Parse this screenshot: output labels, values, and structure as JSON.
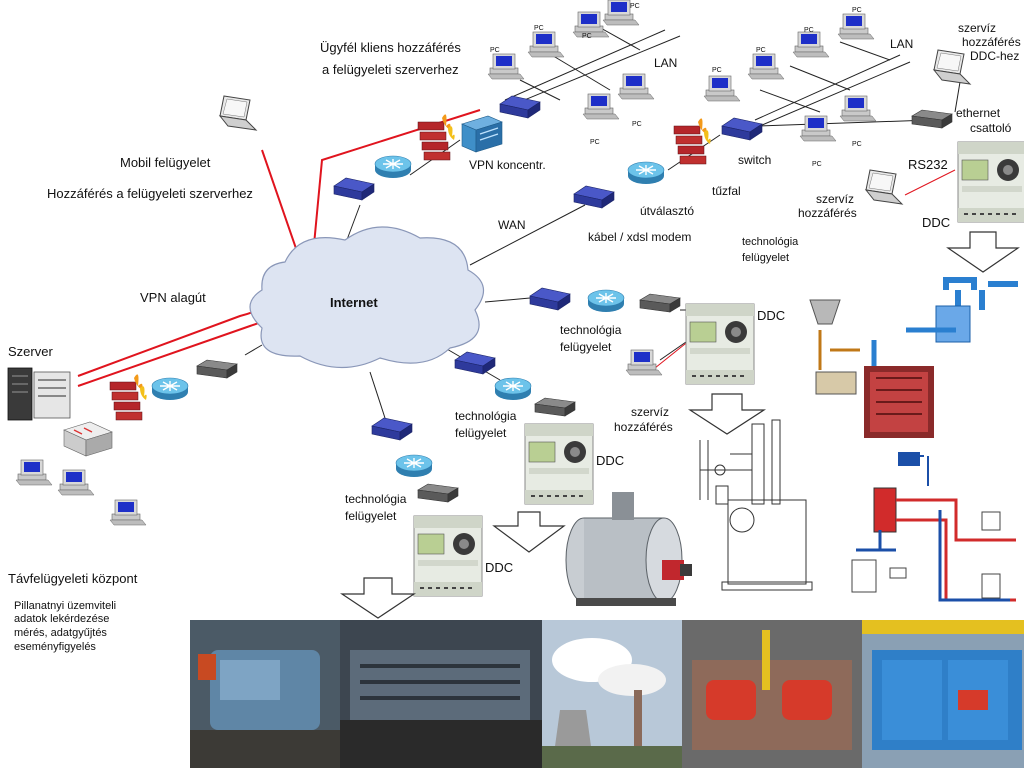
{
  "labels": {
    "client_access": "Ügyfél kliens hozzáférés",
    "client_access_2": "a felügyeleti szerverhez",
    "mobile": "Mobil felügyelet",
    "mobile_access": "Hozzáférés a felügyeleti szerverhez",
    "vpn_tunnel": "VPN alagút",
    "server": "Szerver",
    "central": "Távfelügyeleti központ",
    "instant_1": "Pillanatnyi üzemviteli",
    "instant_2": "adatok lekérdezése",
    "instant_3": "mérés, adatgyűjtés",
    "instant_4": "eseményfigyelés",
    "internet": "Internet",
    "wan": "WAN",
    "lan_left": "LAN",
    "lan_right": "LAN",
    "vpn_concentrator": "VPN koncentr.",
    "switch": "switch",
    "firewall": "tűzfal",
    "router": "útválasztó",
    "modem": "kábel / xdsl modem",
    "service_ddc_1": "szervíz",
    "service_ddc_2": "hozzáférés",
    "service_ddc_3": "DDC-hez",
    "ethernet_1": "ethernet",
    "ethernet_2": "csattoló",
    "rs232": "RS232",
    "service_access_1": "szervíz",
    "service_access_2": "hozzáférés",
    "service_access_b1": "szervíz",
    "service_access_b2": "hozzáférés",
    "ddc": "DDC",
    "tech_1": "technológia",
    "tech_2": "felügyelet",
    "pc": "PC"
  },
  "colors": {
    "vpn_line": "#e0141e",
    "line": "#222222",
    "cloud": "#dde4f2",
    "modem": "#2e3a9c",
    "router": "#4aa6d6",
    "firewall": "#b5262a",
    "screen": "#1e2fc8"
  }
}
